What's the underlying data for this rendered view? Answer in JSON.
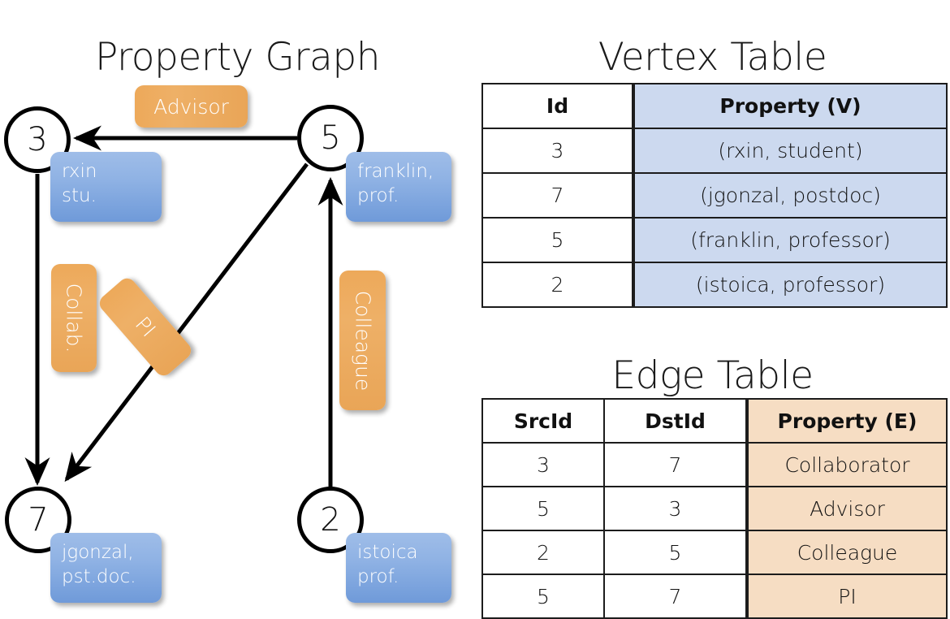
{
  "titles": {
    "property_graph": "Property Graph",
    "vertex_table": "Vertex Table",
    "edge_table": "Edge Table"
  },
  "graph": {
    "nodes": [
      {
        "id": "3",
        "property_line1": "rxin",
        "property_line2": "stu."
      },
      {
        "id": "5",
        "property_line1": "franklin,",
        "property_line2": "prof."
      },
      {
        "id": "7",
        "property_line1": "jgonzal,",
        "property_line2": "pst.doc."
      },
      {
        "id": "2",
        "property_line1": "istoica",
        "property_line2": "prof."
      }
    ],
    "edge_labels": [
      {
        "text": "Advisor"
      },
      {
        "text": "Collab."
      },
      {
        "text": "PI"
      },
      {
        "text": "Colleague"
      }
    ]
  },
  "vertex_table": {
    "headers": [
      "Id",
      "Property (V)"
    ],
    "rows": [
      {
        "id": "3",
        "property": "(rxin, student)"
      },
      {
        "id": "7",
        "property": "(jgonzal, postdoc)"
      },
      {
        "id": "5",
        "property": "(franklin, professor)"
      },
      {
        "id": "2",
        "property": "(istoica, professor)"
      }
    ]
  },
  "edge_table": {
    "headers": [
      "SrcId",
      "DstId",
      "Property (E)"
    ],
    "rows": [
      {
        "src": "3",
        "dst": "7",
        "property": "Collaborator"
      },
      {
        "src": "5",
        "dst": "3",
        "property": "Advisor"
      },
      {
        "src": "2",
        "dst": "5",
        "property": "Colleague"
      },
      {
        "src": "5",
        "dst": "7",
        "property": "PI"
      }
    ]
  },
  "colors": {
    "vertex_property_fill": "#ccd9ef",
    "edge_property_fill": "#f6ddc3",
    "node_property_box": "#8fb2e4",
    "edge_label_box": "#eeb067",
    "stroke": "#000000"
  }
}
